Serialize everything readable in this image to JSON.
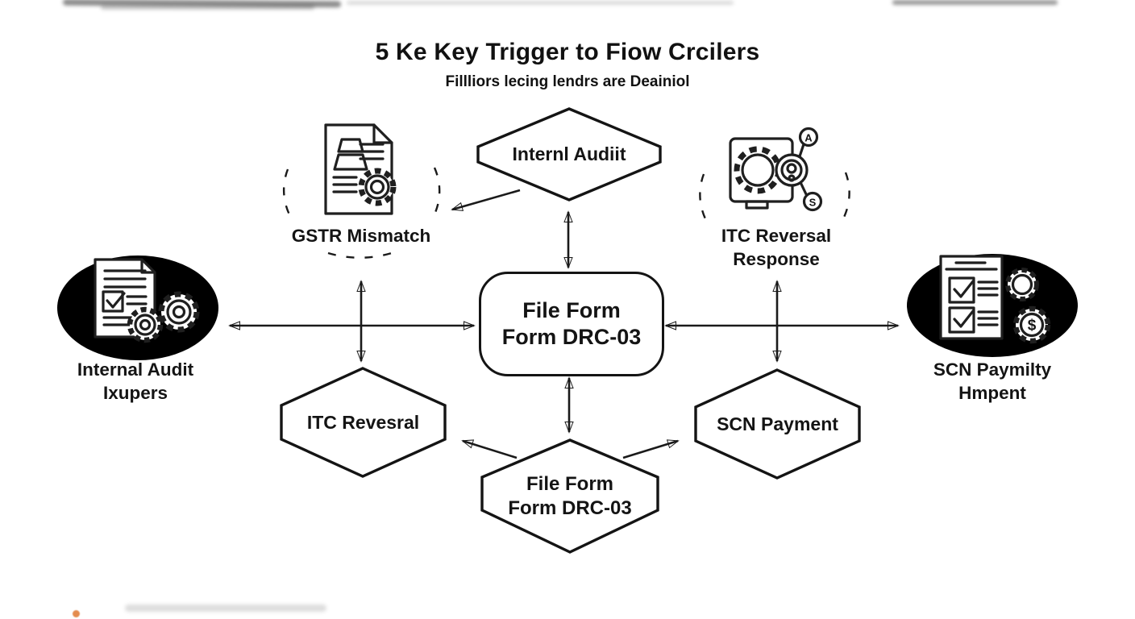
{
  "header": {
    "title": "5 Ke Key Trigger to Fiow Crcilers",
    "subtitle": "Fillliors lecing lendrs are Deainiol"
  },
  "nodes": {
    "top_diamond": {
      "label": "Internl Audiit"
    },
    "center_box": {
      "line1": "File Form",
      "line2": "Form DRC-03"
    },
    "left_diamond": {
      "label": "ITC Revesral"
    },
    "right_diamond": {
      "label": "SCN Payment"
    },
    "bottom_diamond": {
      "line1": "File Form",
      "line2": "Form DRC-03"
    }
  },
  "callouts": {
    "gstr_mismatch": {
      "label": "GSTR Mismatch",
      "icon": "document-with-gear"
    },
    "itc_reversal_response": {
      "line1": "ITC Reversal",
      "line2": "Response",
      "icon": "monitor-gear-target",
      "badge_top": "A",
      "badge_bottom": "S"
    },
    "internal_audit_papers": {
      "line1": "Internal Audit",
      "line2": "Ixupers",
      "icon": "checked-document-with-gears"
    },
    "scn_payment_doc": {
      "line1": "SCN Paymilty",
      "line2": "Hmpent",
      "icon": "checklist-with-gears",
      "gear_symbol": "$"
    }
  },
  "colors": {
    "ink": "#141414",
    "line": "#1a1a1a",
    "background": "#ffffff",
    "artifact_orange": "#e07830"
  }
}
